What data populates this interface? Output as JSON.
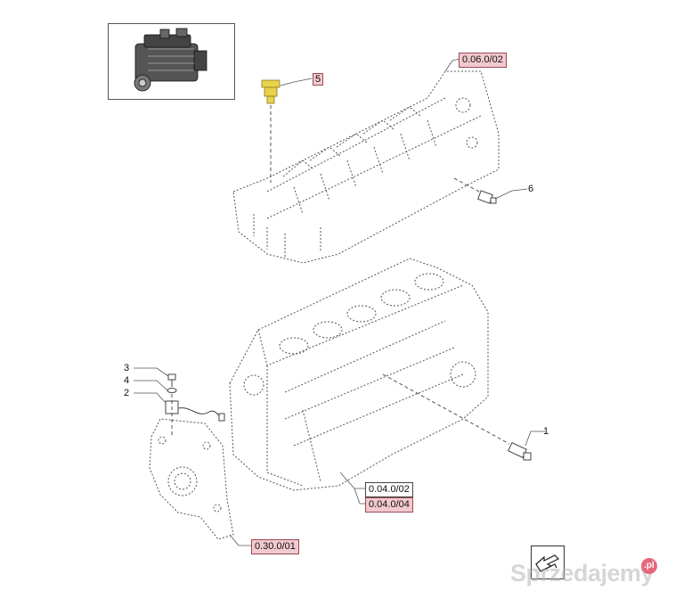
{
  "callouts": {
    "part_1": "1",
    "part_2": "2",
    "part_3": "3",
    "part_4": "4",
    "part_5": "5",
    "part_6": "6"
  },
  "references": {
    "cylinder_head": "0.06.0/02",
    "block_a": "0.04.0/02",
    "block_b": "0.04.0/04",
    "timing_cover": "0.30.0/01"
  },
  "watermark": {
    "text": "Sprzedajemy",
    "suffix": ".pl"
  },
  "colors": {
    "highlight_part": "#e8d24a",
    "reference_box": "#f2c9cf",
    "reference_border": "#9a4a55",
    "line_art": "#555555"
  },
  "icons": {
    "thumbnail": "engine-thumbnail-icon",
    "nav": "page-nav-arrow-icon"
  }
}
